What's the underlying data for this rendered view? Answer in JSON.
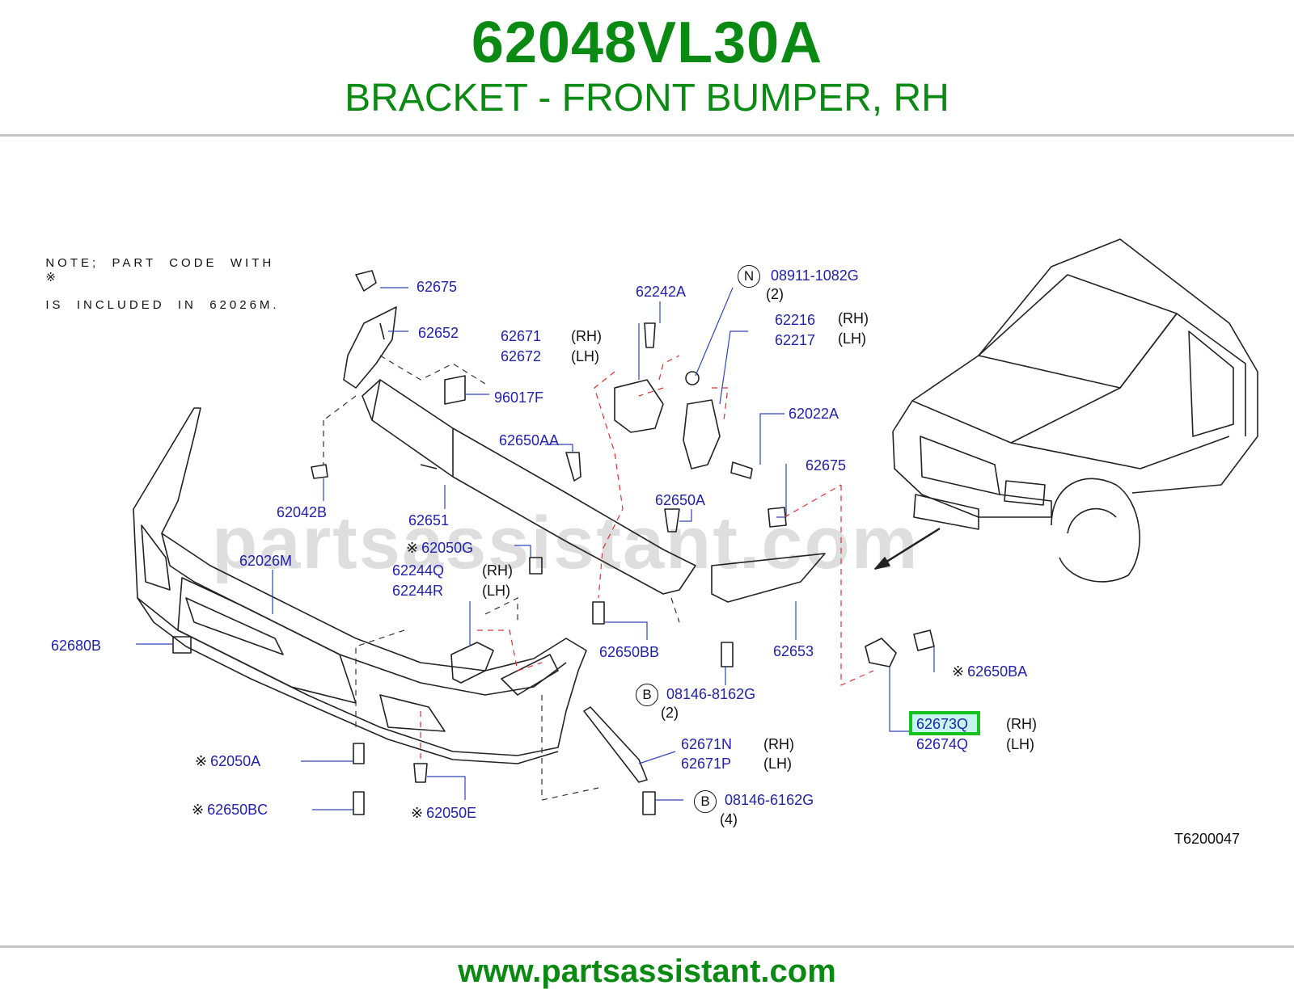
{
  "header": {
    "part_number": "62048VL30A",
    "description": "BRACKET - FRONT BUMPER, RH"
  },
  "note": {
    "prefix": "NOTE;  PART  CODE  WITH",
    "symbol": "※",
    "suffix": "IS  INCLUDED  IN  62026M."
  },
  "watermark": "partsassistant.com",
  "highlighted_part": "62673Q",
  "labels": {
    "p62675_top": "62675",
    "p62652": "62652",
    "p96017F": "96017F",
    "p62042B": "62042B",
    "p62651": "62651",
    "p62026M": "62026M",
    "p62680B": "62680B",
    "p62050G": "62050G",
    "p62244Q": "62244Q",
    "p62244R": "62244R",
    "p62671": "62671",
    "p62672": "62672",
    "p62242A": "62242A",
    "p08911": "08911-1082G",
    "q08911": "(2)",
    "p62216": "62216",
    "p62217": "62217",
    "p62022A": "62022A",
    "p62650AA": "62650AA",
    "p62650A": "62650A",
    "p62675_right": "62675",
    "p62653": "62653",
    "p62650BB": "62650BB",
    "p08146_8162G": "08146-8162G",
    "q08146_8162G": "(2)",
    "p62650BA": "62650BA",
    "p62673Q": "62673Q",
    "p62674Q": "62674Q",
    "p62671N": "62671N",
    "p62671P": "62671P",
    "p08146_6162G": "08146-6162G",
    "q08146_6162G": "(4)",
    "p62050A": "62050A",
    "p62650BC": "62650BC",
    "p62050E": "62050E",
    "rh": "(RH)",
    "lh": "(LH)",
    "circle_N": "N",
    "circle_B": "B",
    "asterisk": "※",
    "ref_code": "T6200047"
  },
  "footer": {
    "url": "www.partsassistant.com"
  }
}
